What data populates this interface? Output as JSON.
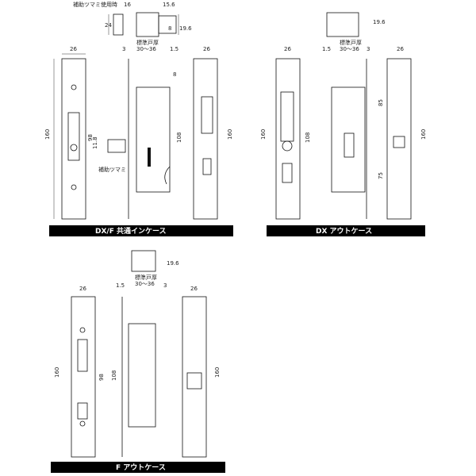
{
  "labels": {
    "dx_f_in_case": "DX/F 共通インケース",
    "dx_out_case": "DX アウトケース",
    "f_out_case": "F アウトケース",
    "auxiliary_knob": "補助ツマミ",
    "auxiliary_knob_in_use": "補助ツマミ使用時",
    "door_thickness": "標準戸厚",
    "door_thickness_range": "30～36"
  },
  "dims": {
    "d26": "26",
    "d3": "3",
    "d1_5": "1.5",
    "d160": "160",
    "d98": "98",
    "d108": "108",
    "d8": "8",
    "d11_8": "11.8",
    "d16": "16",
    "d15_6": "15.6",
    "d24": "24",
    "d19_6": "19.6",
    "d85": "85",
    "d75": "75"
  },
  "colors": {
    "caption_bg": "#000000",
    "line": "#111111"
  }
}
